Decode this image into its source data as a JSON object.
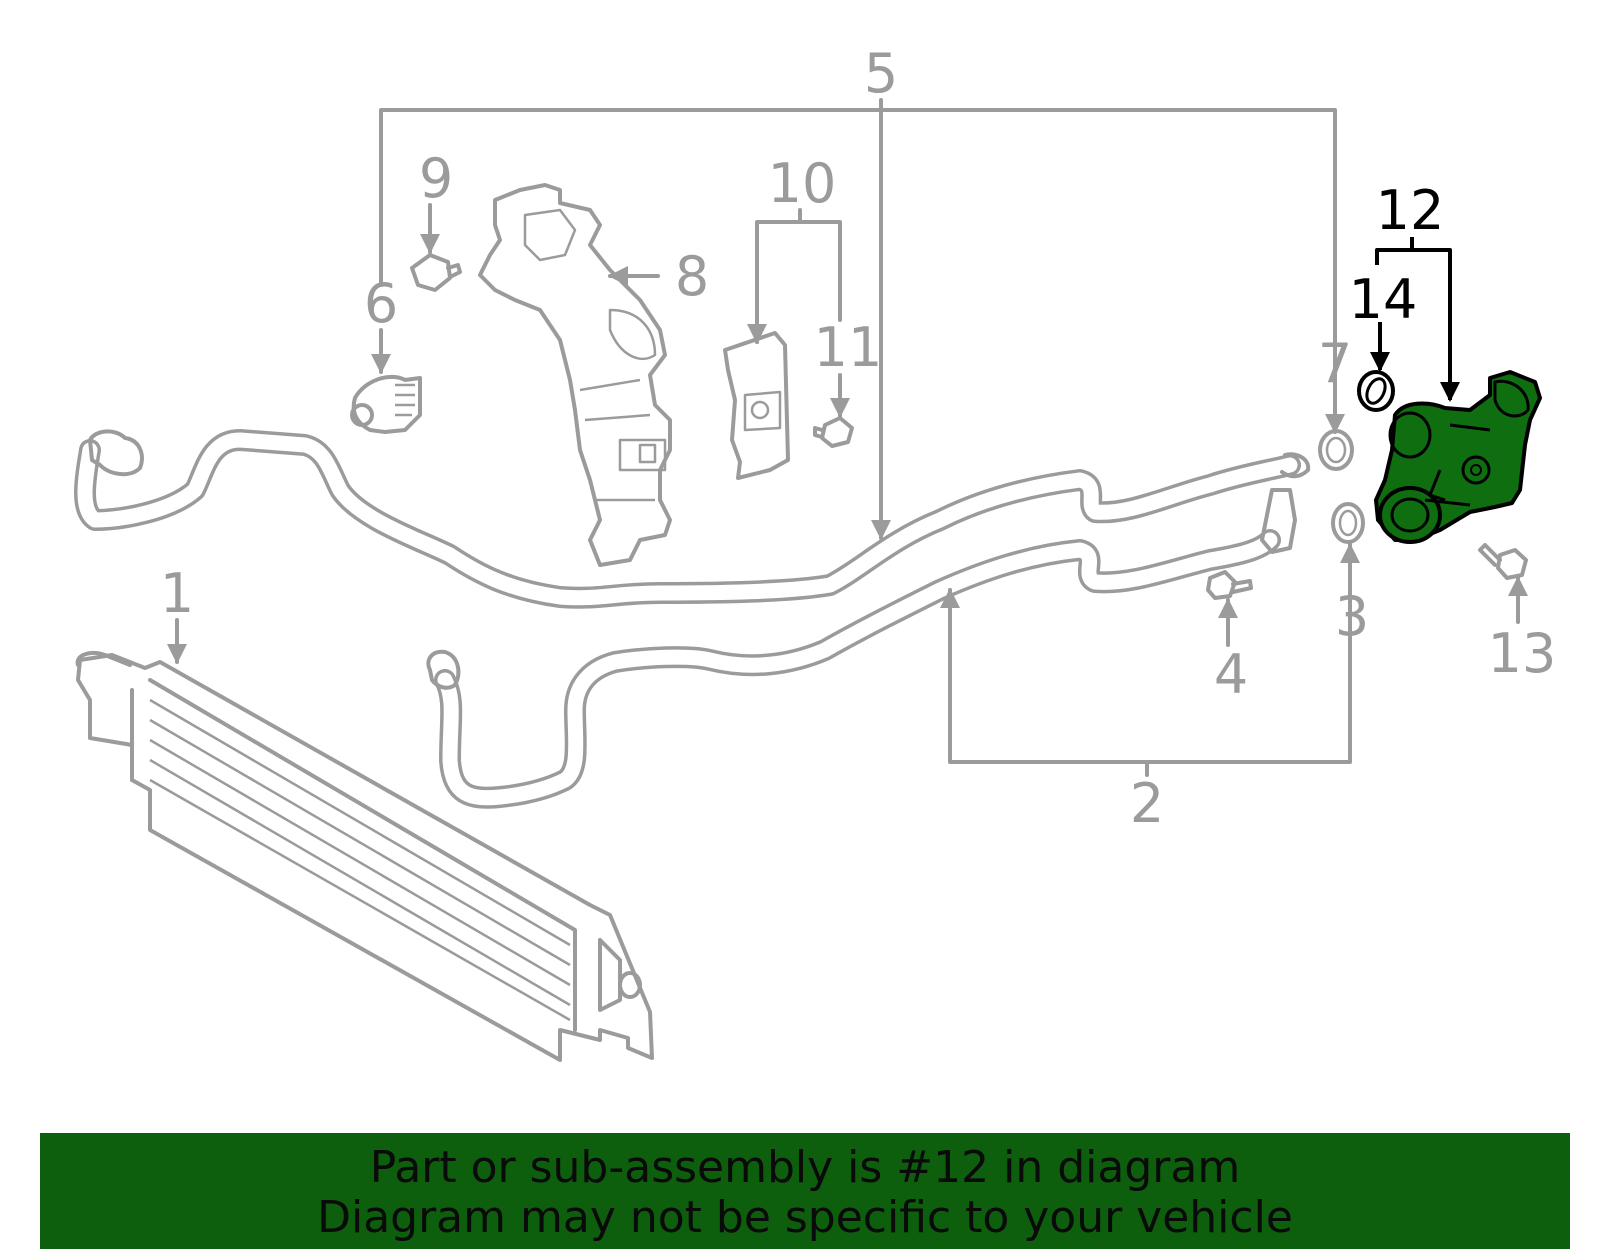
{
  "diagram": {
    "callouts": {
      "c1": "1",
      "c2": "2",
      "c3": "3",
      "c4": "4",
      "c5": "5",
      "c6": "6",
      "c7": "7",
      "c8": "8",
      "c9": "9",
      "c10": "10",
      "c11": "11",
      "c12": "12",
      "c13": "13",
      "c14": "14"
    },
    "highlighted_part": "12",
    "colors": {
      "line_art": "#9b9b9b",
      "highlight_fill": "#0f6e0f",
      "highlight_callout": "#000000",
      "banner_background": "#0d5e0d",
      "banner_text": "#0a0a0a"
    }
  },
  "banner": {
    "line1": "Part or sub-assembly is #12 in diagram",
    "line2": "Diagram may not be specific to your vehicle"
  }
}
